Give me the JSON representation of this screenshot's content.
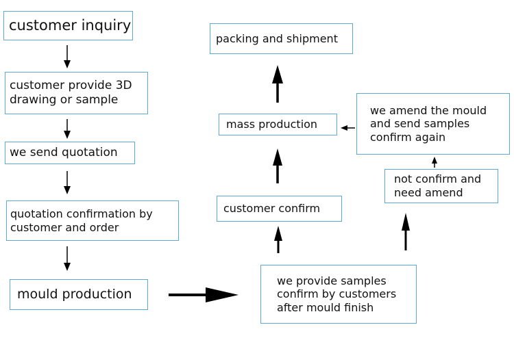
{
  "flow": {
    "customer_inquiry": "customer inquiry",
    "customer_provide": "customer provide 3D\ndrawing or sample",
    "send_quotation": "we send quotation",
    "quotation_confirmation": "quotation confirmation by\ncustomer and order",
    "mould_production": "mould production",
    "provide_samples": "we provide samples\nconfirm by customers\nafter mould finish",
    "customer_confirm": "customer confirm",
    "mass_production": "mass production",
    "packing_shipment": "packing and shipment",
    "not_confirm": "not confirm and\nneed amend",
    "amend_mould": "we amend the mould\nand send samples\nconfirm again"
  },
  "colors": {
    "box_border": "#5aa9d6",
    "arrow": "#000000",
    "text": "#111111"
  }
}
